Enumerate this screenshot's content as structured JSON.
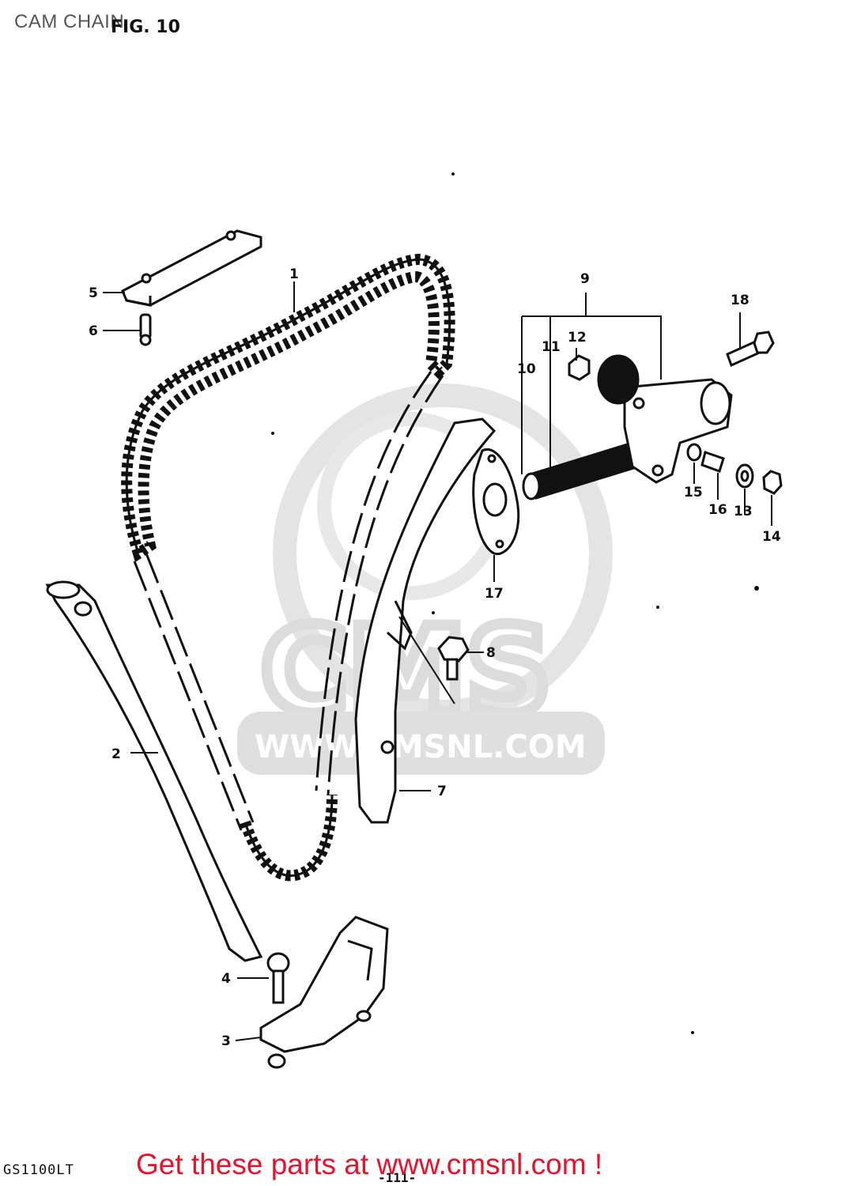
{
  "page": {
    "title": "CAM CHAIN",
    "figure_label": "FIG. 10",
    "model_code": "GS1100LT",
    "page_number": "-111-"
  },
  "watermark": {
    "logo_text": "CMS",
    "url_text": "WWW.CMSNL.COM"
  },
  "cta": {
    "text": "Get these parts at www.cmsnl.com !",
    "color": "#e8132a"
  },
  "callouts": [
    {
      "id": "1",
      "label": "1"
    },
    {
      "id": "2",
      "label": "2"
    },
    {
      "id": "3",
      "label": "3"
    },
    {
      "id": "4",
      "label": "4"
    },
    {
      "id": "5",
      "label": "5"
    },
    {
      "id": "6",
      "label": "6"
    },
    {
      "id": "7",
      "label": "7"
    },
    {
      "id": "8",
      "label": "8"
    },
    {
      "id": "9",
      "label": "9"
    },
    {
      "id": "10",
      "label": "10"
    },
    {
      "id": "11",
      "label": "11"
    },
    {
      "id": "12",
      "label": "12"
    },
    {
      "id": "13",
      "label": "13"
    },
    {
      "id": "14",
      "label": "14"
    },
    {
      "id": "15",
      "label": "15"
    },
    {
      "id": "16",
      "label": "16"
    },
    {
      "id": "17",
      "label": "17"
    },
    {
      "id": "18",
      "label": "18"
    }
  ]
}
